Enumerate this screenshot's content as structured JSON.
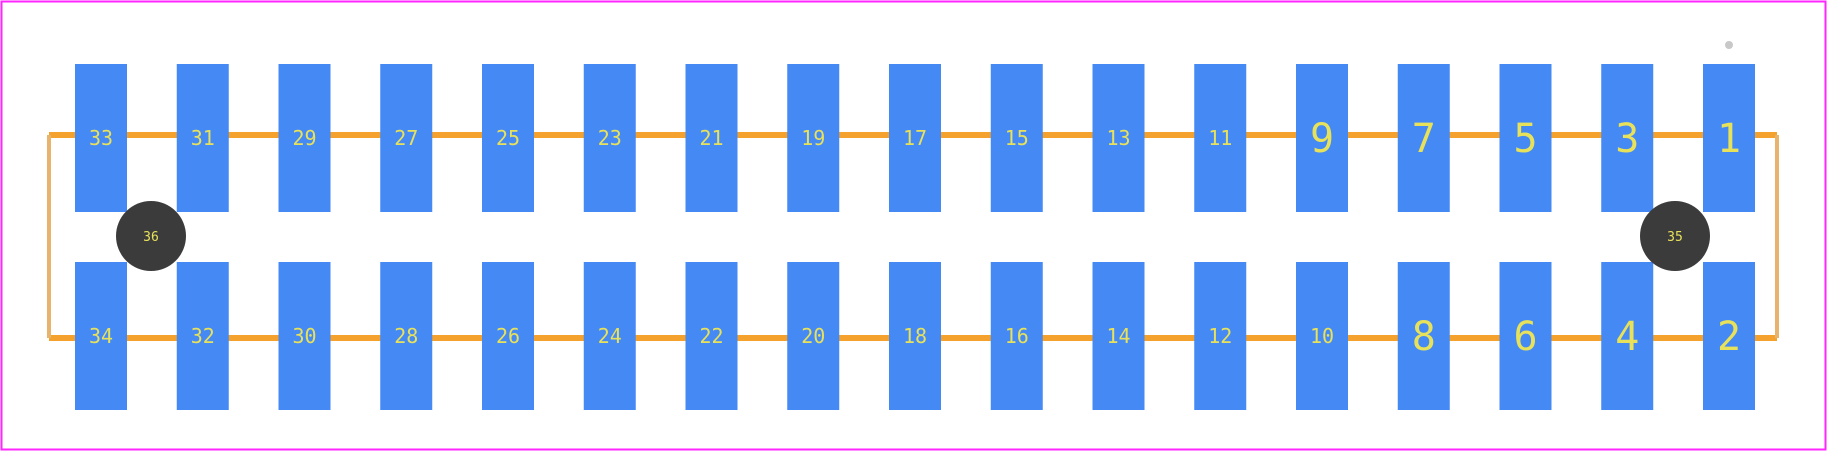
{
  "colors": {
    "background": "#ffffff",
    "board_outline": "#ff26ff",
    "pad_fill": "#4589f5",
    "pad_label": "#e8e15a",
    "silkscreen": "#f4a12d",
    "silkscreen_side": "#e6b46a",
    "hole_fill": "#3b3b3b",
    "hole_label": "#e8e15a",
    "pin1_marker": "#c8c8c8"
  },
  "pads": {
    "top_row": [
      "33",
      "31",
      "29",
      "27",
      "25",
      "23",
      "21",
      "19",
      "17",
      "15",
      "13",
      "11",
      "9",
      "7",
      "5",
      "3",
      "1"
    ],
    "bottom_row": [
      "34",
      "32",
      "30",
      "28",
      "26",
      "24",
      "22",
      "20",
      "18",
      "16",
      "14",
      "12",
      "10",
      "8",
      "6",
      "4",
      "2"
    ]
  },
  "holes": {
    "left": "36",
    "right": "35"
  }
}
